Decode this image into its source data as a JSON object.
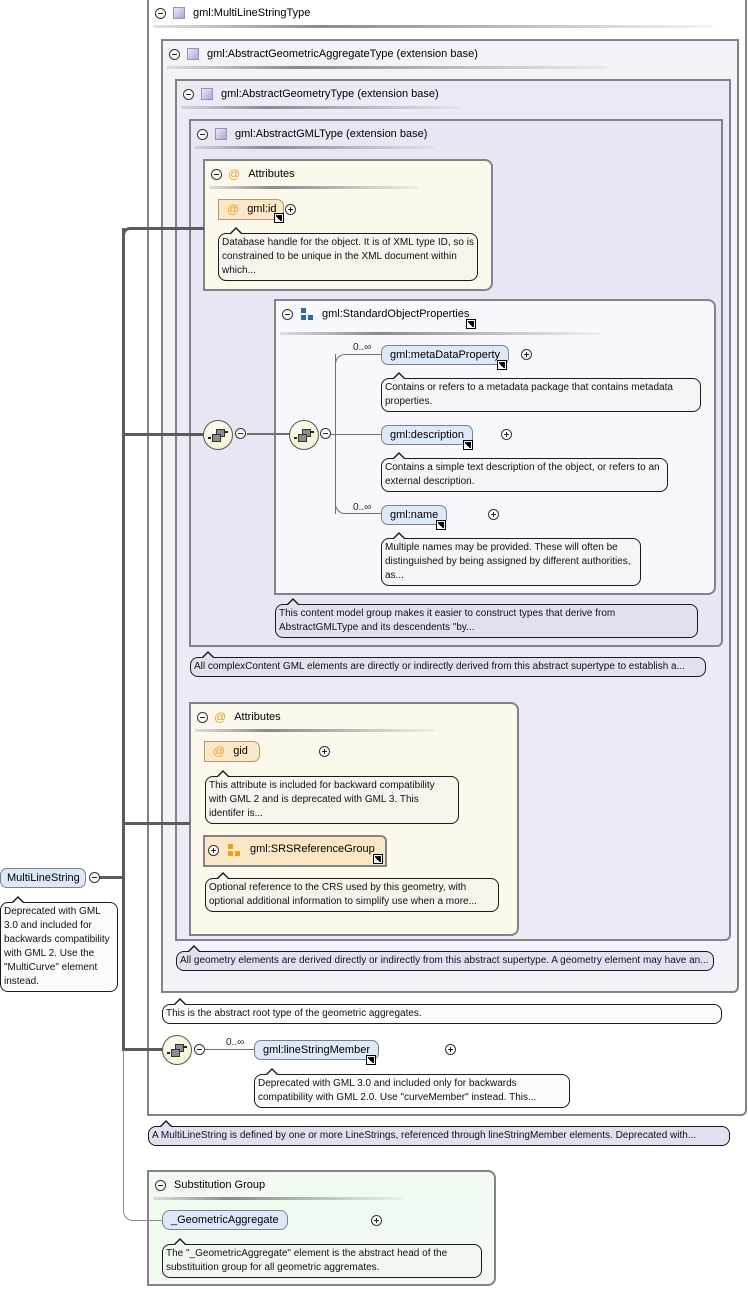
{
  "root": {
    "name": "MultiLineString",
    "doc": "Deprecated with GML 3.0 and included for backwards compatibility with GML 2. Use the \"MultiCurve\" element instead."
  },
  "type_box": {
    "title": "gml:MultiLineStringType",
    "doc": "A MultiLineString is defined by one or more LineStrings, referenced through lineStringMember elements. Deprecated with..."
  },
  "aggregate_box": {
    "title": "gml:AbstractGeometricAggregateType (extension base)",
    "doc": "This is the abstract root type of the geometric aggregates."
  },
  "geometry_box": {
    "title": "gml:AbstractGeometryType (extension base)",
    "doc": "All geometry elements are derived directly or indirectly from this abstract supertype. A geometry element may have an..."
  },
  "gml_box": {
    "title": "gml:AbstractGMLType (extension base)",
    "doc": "All complexContent GML elements are directly or indirectly derived from this abstract supertype to establish a..."
  },
  "attributes_1": {
    "title": "Attributes",
    "attr_name": "gml:id",
    "attr_doc": "Database handle for the object. It is of XML type ID, so is constrained to be unique in the XML document within which..."
  },
  "group": {
    "title": "gml:StandardObjectProperties",
    "doc": "This content model group makes it easier to construct types that derive from AbstractGMLType and its descendents \"by...",
    "elements": [
      {
        "name": "gml:metaDataProperty",
        "occurs": "0..∞",
        "doc": "Contains or refers to a metadata package that contains metadata properties."
      },
      {
        "name": "gml:description",
        "occurs": "",
        "doc": "Contains a simple text description of the object, or refers to an external description."
      },
      {
        "name": "gml:name",
        "occurs": "0..∞",
        "doc": "Multiple names may be provided. These will often be distinguished by being assigned by different authorities, as..."
      }
    ]
  },
  "attributes_2": {
    "title": "Attributes",
    "attr_name": "gid",
    "attr_doc": "This attribute is included for backward compatibility with GML 2 and is deprecated with GML 3. This identifer is...",
    "group_name": "gml:SRSReferenceGroup",
    "group_doc": "Optional reference to the CRS used by this geometry, with optional additional information to simplify use when a more..."
  },
  "member": {
    "name": "gml:lineStringMember",
    "occurs": "0..∞",
    "doc": "Deprecated with GML 3.0 and included only for backwards compatibility with GML 2.0. Use \"curveMember\" instead. This..."
  },
  "substitution": {
    "title": "Substitution Group",
    "name": "_GeometricAggregate",
    "doc": "The \"_GeometricAggregate\" element is the abstract head of the substituition group for all geometric aggremates."
  },
  "colors": {
    "element_fill": "#dde8f8",
    "attribute_fill": "#fbe7c6",
    "type_fill": "#ece8f4",
    "substitution_fill": "#f1faf0",
    "border": "#838387"
  }
}
